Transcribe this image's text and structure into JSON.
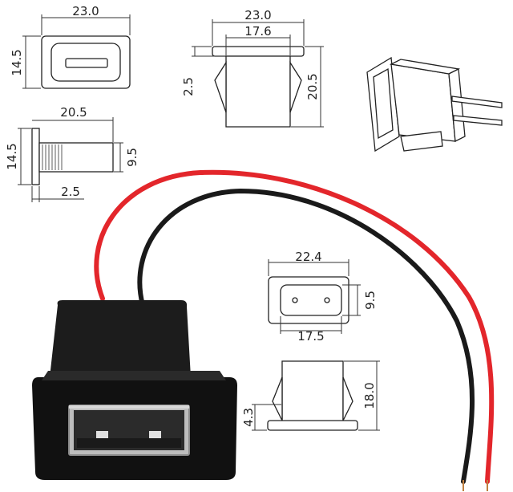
{
  "drawings": {
    "front_view": {
      "width": "23.0",
      "height": "14.5"
    },
    "side_view": {
      "depth": "20.5",
      "height": "14.5",
      "body_height": "9.5",
      "flange": "2.5"
    },
    "top_view": {
      "outer_width": "23.0",
      "inner_width": "17.6",
      "height": "20.5",
      "flange": "2.5"
    },
    "panel_cutout": {
      "outer_width": "22.4",
      "inner_width": "17.5",
      "height": "9.5"
    },
    "mount_side": {
      "height": "18.0",
      "flange": "4.3"
    }
  },
  "product": {
    "name": "USB-A female socket with wire leads",
    "wire_colors": {
      "red": "#e3262b",
      "black": "#1a1a1a"
    },
    "housing_color": "#161616",
    "port_color": "#c8c8c8"
  }
}
